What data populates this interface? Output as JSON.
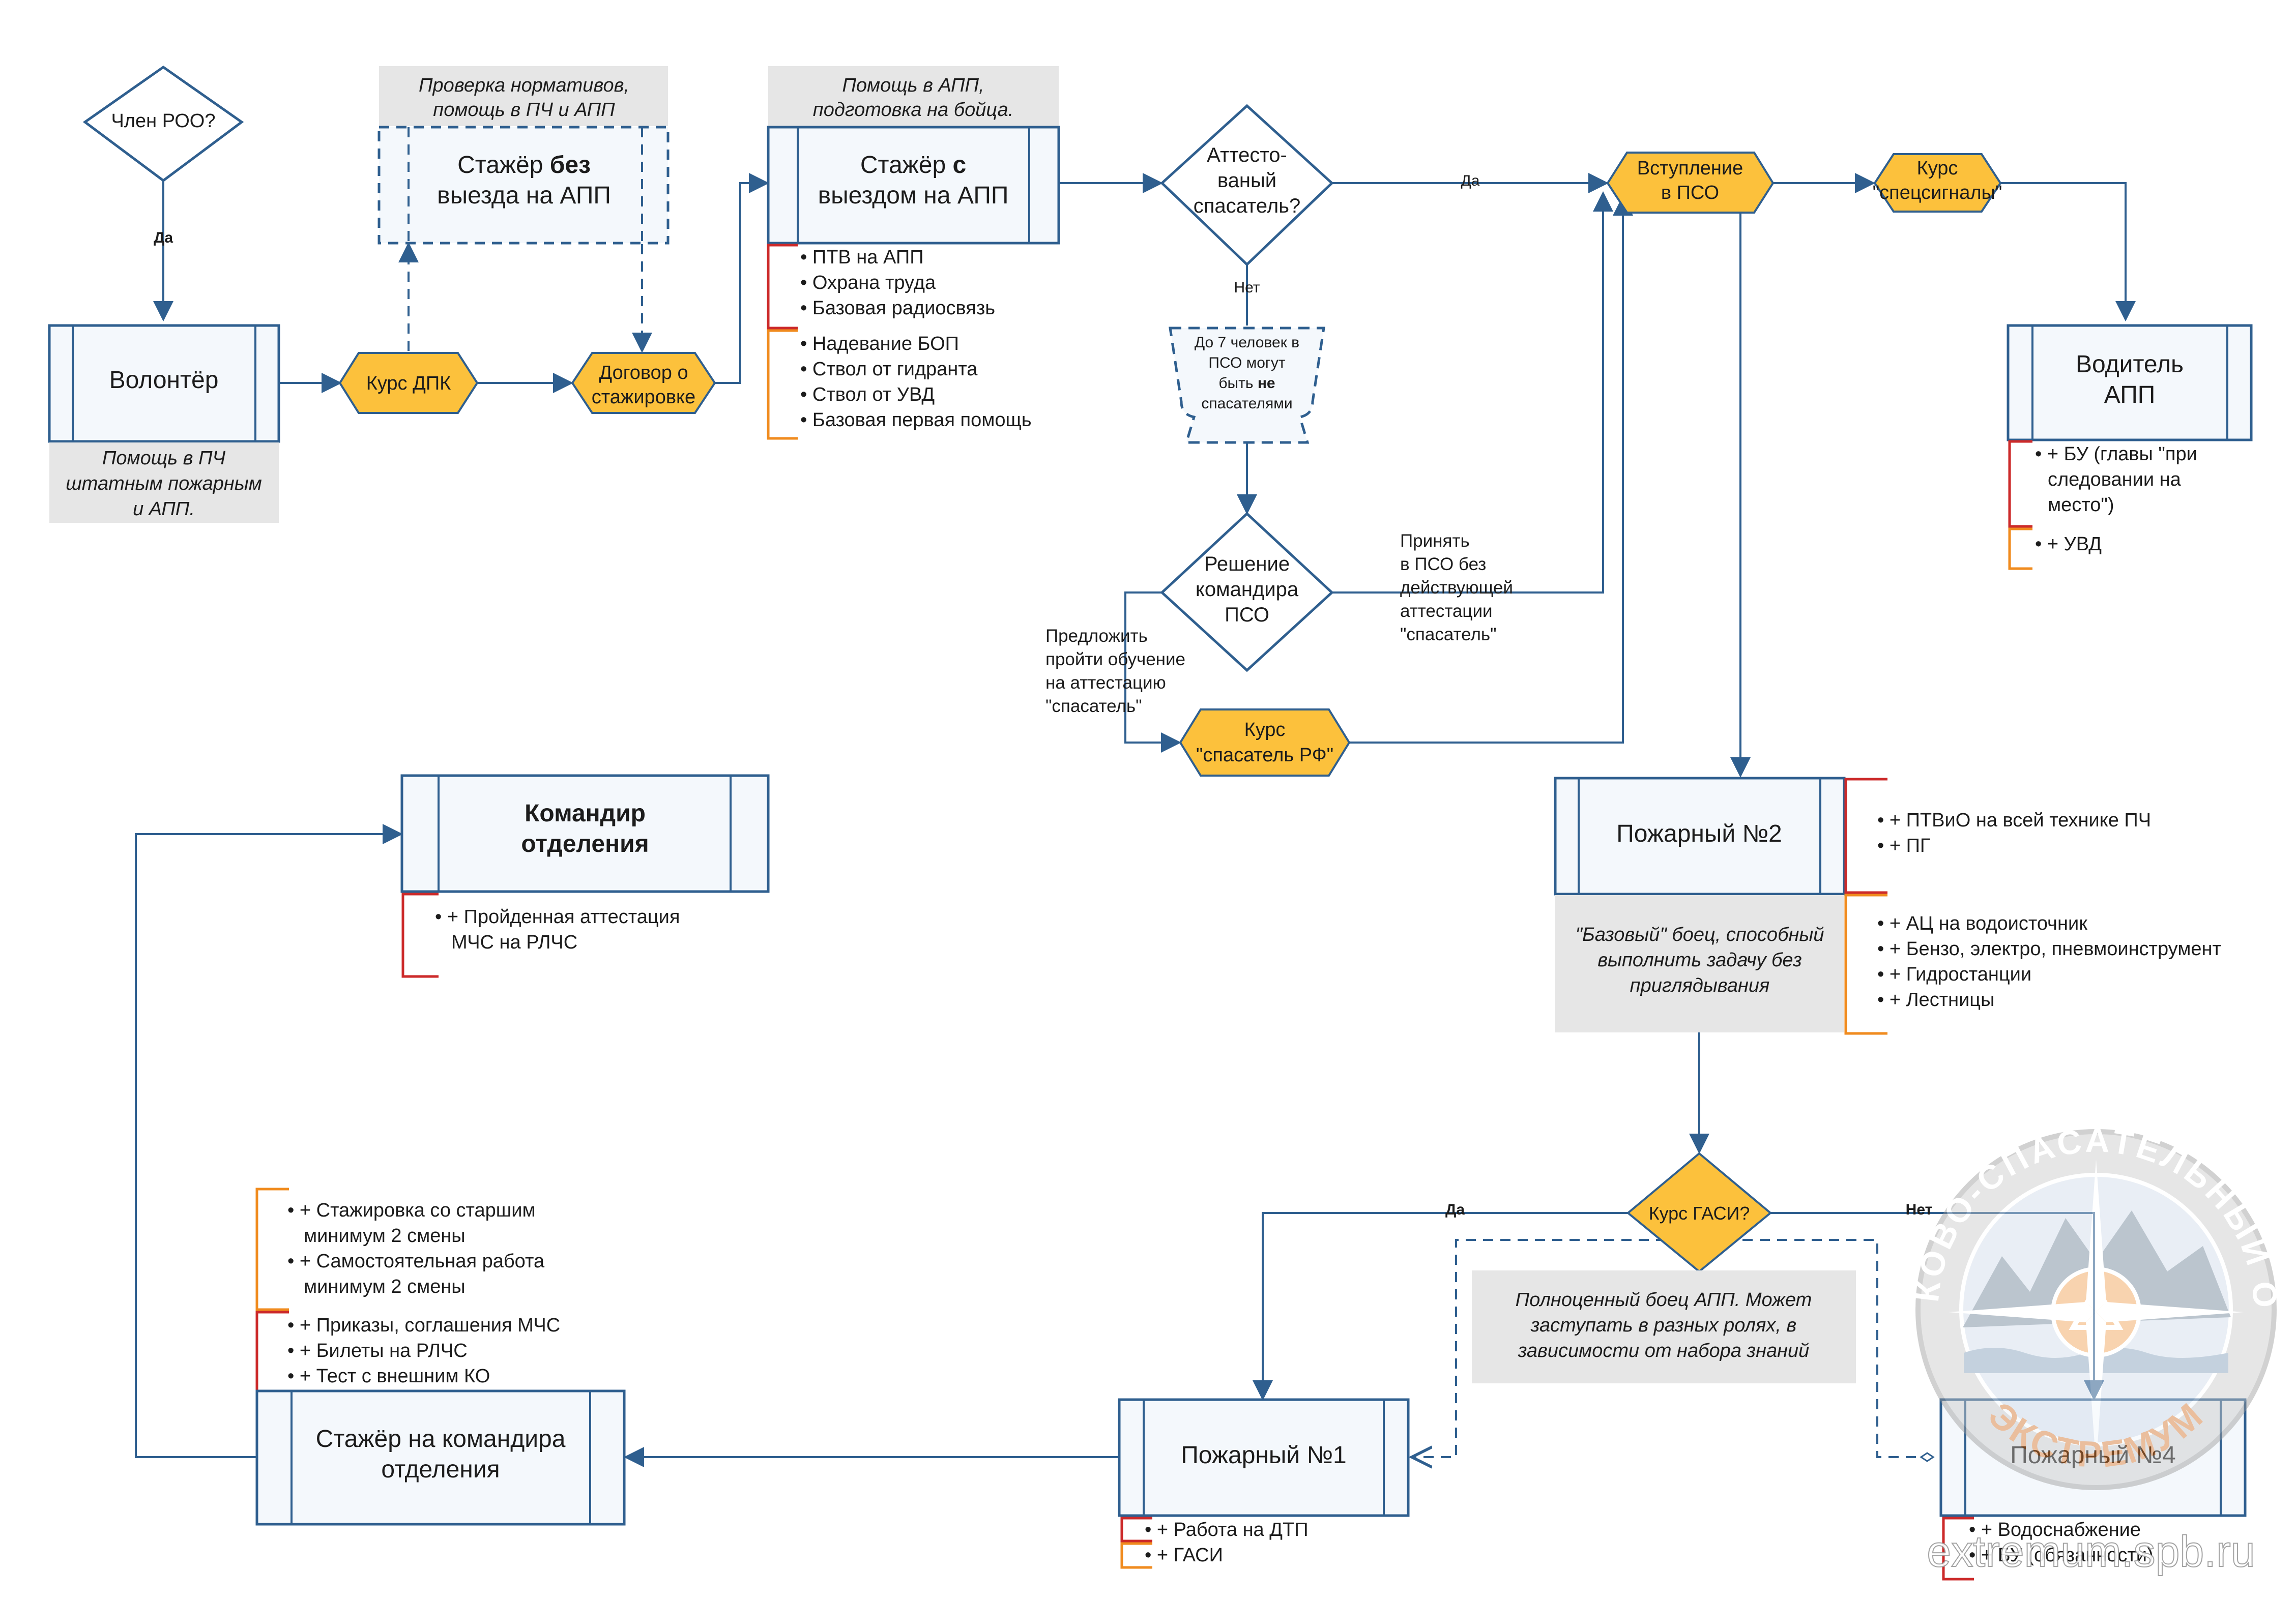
{
  "nodes": {
    "member": "Член РОО?",
    "volunteer": "Волонтёр",
    "volunteer_note": [
      "Помощь в ПЧ",
      "штатным пожарным",
      "и АПП."
    ],
    "course_dpk": "Курс ДПК",
    "contract": [
      "Договор о",
      "стажировке"
    ],
    "trainee_no_note": [
      "Проверка нормативов,",
      "помощь в ПЧ и АПП"
    ],
    "trainee_no": {
      "l1_a": "Стажёр ",
      "l1_b": "без",
      "l2": "выезда на АПП"
    },
    "trainee_with_note": [
      "Помощь в АПП,",
      "подготовка на бойца."
    ],
    "trainee_with": {
      "l1_a": "Стажёр ",
      "l1_b": "с",
      "l2": "выездом на АПП"
    },
    "trainee_with_list_red": [
      "ПТВ на АПП",
      "Охрана труда",
      "Базовая радиосвязь"
    ],
    "trainee_with_list_orange": [
      "Надевание БОП",
      "Ствол от гидранта",
      "Ствол от УВД",
      "Базовая первая помощь"
    ],
    "certified": [
      "Аттесто-",
      "ваный",
      "спасатель?"
    ],
    "limit_box": {
      "l1": "До 7 человек в",
      "l2": "ПСО могут",
      "l3_a": "быть ",
      "l3_b": "не",
      "l4": "спасателями"
    },
    "commander_decision": [
      "Решение",
      "командира",
      "ПСО"
    ],
    "accept_text": [
      "Принять",
      "в ПСО без",
      "действующей",
      "аттестации",
      "\"спасатель\""
    ],
    "offer_text": [
      "Предложить",
      "пройти обучение",
      "на аттестацию",
      "\"спасатель\""
    ],
    "course_rescuer": [
      "Курс",
      "\"спасатель РФ\""
    ],
    "join_pso": [
      "Вступление",
      "в ПСО"
    ],
    "course_signals": [
      "Курс",
      "\"спецсигналы\""
    ],
    "driver": [
      "Водитель",
      "АПП"
    ],
    "driver_list_red": [
      "+ БУ (главы \"при",
      "следовании на",
      "место\")"
    ],
    "driver_list_orange": [
      "+ УВД"
    ],
    "fireman2": "Пожарный №2",
    "fireman2_note": [
      "\"Базовый\" боец, способный",
      "выполнить задачу без",
      "приглядывания"
    ],
    "fireman2_list_red": [
      "+ ПТВиО на всей технике ПЧ",
      "+ ПГ"
    ],
    "fireman2_list_orange": [
      "+ АЦ на водоисточник",
      "+ Бензо, электро, пневмоинструмент",
      "+ Гидростанции",
      "+ Лестницы"
    ],
    "course_gasi": "Курс ГАСИ?",
    "full_note": [
      "Полноценный боец АПП. Может",
      "заступать в разных ролях, в",
      "зависимости от набора знаний"
    ],
    "fireman1": "Пожарный №1",
    "fireman1_list_red": [
      "+ Работа на ДТП"
    ],
    "fireman1_list_orange": [
      "+ ГАСИ"
    ],
    "fireman4": "Пожарный №4",
    "fireman4_list_red": [
      "+ Водоснабжение",
      "+ БУ (обязанности)"
    ],
    "trainee_commander": [
      "Стажёр на командира",
      "отделения"
    ],
    "trainee_commander_list_orange": [
      "+ Стажировка со старшим",
      "минимум 2 смены",
      "+ Самостоятельная работа",
      "минимум 2 смены"
    ],
    "trainee_commander_list_red": [
      "+ Приказы, соглашения МЧС",
      "+ Билеты на РЛЧС",
      "+ Тест с внешним КО"
    ],
    "commander": [
      "Командир",
      "отделения"
    ],
    "commander_list_red": [
      "+ Пройденная аттестация",
      "МЧС на РЛЧС"
    ]
  },
  "edge_labels": {
    "yes": "Да",
    "no": "Нет"
  },
  "watermark": {
    "ring_text": "ПОИСКОВО-СПАСАТЕЛЬНЫЙ ОТРЯД",
    "name": "ЭКСТРЕМУМ",
    "site": "extremum.spb.ru"
  },
  "colors": {
    "box_stroke": "#2f5f8f",
    "hex_fill": "#fcc13c",
    "note_fill": "#e6e6e6",
    "bracket_red": "#cc2a2a",
    "bracket_orange": "#f08b1e"
  }
}
